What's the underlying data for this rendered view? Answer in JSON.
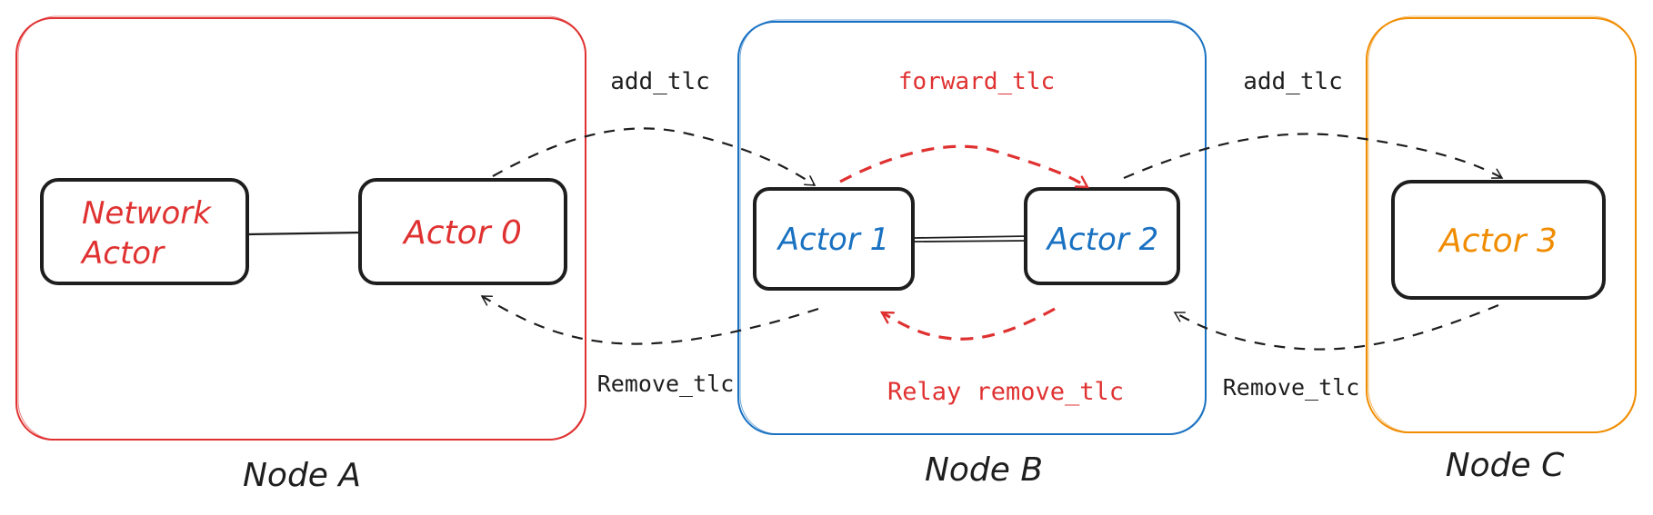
{
  "colors": {
    "node_a": "#e03131",
    "node_b": "#1971c2",
    "node_c": "#f08c00",
    "ink": "#1e1e1e",
    "red_text": "#e03131",
    "blue_text": "#1971c2",
    "orange_text": "#f08c00"
  },
  "nodes": {
    "a": {
      "label": "Node A"
    },
    "b": {
      "label": "Node B"
    },
    "c": {
      "label": "Node C"
    }
  },
  "actors": {
    "network": {
      "line1": "Network",
      "line2": "Actor"
    },
    "actor0": {
      "label": "Actor 0"
    },
    "actor1": {
      "label": "Actor 1"
    },
    "actor2": {
      "label": "Actor 2"
    },
    "actor3": {
      "label": "Actor 3"
    }
  },
  "messages": {
    "add_tlc_left": "add_tlc",
    "forward_tlc": "forward_tlc",
    "add_tlc_right": "add_tlc",
    "remove_tlc_left": "Remove_tlc",
    "relay_remove_tlc": "Relay remove_tlc",
    "remove_tlc_right": "Remove_tlc"
  }
}
